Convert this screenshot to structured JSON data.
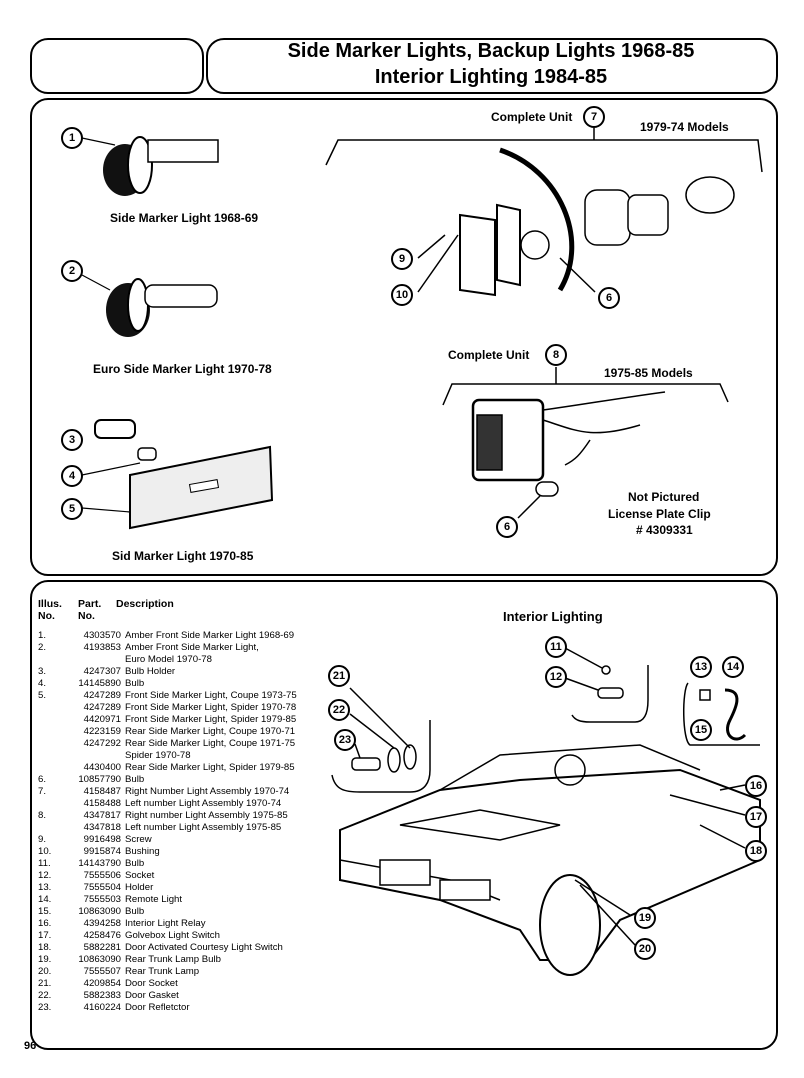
{
  "header": {
    "title_line1": "Side Marker Lights, Backup Lights 1968-85",
    "title_line2": "Interior Lighting 1984-85"
  },
  "diagrams": {
    "side_marker_1968": "Side Marker Light 1968-69",
    "euro_side_marker": "Euro Side Marker Light 1970-78",
    "sid_marker_1970": "Sid Marker Light 1970-85",
    "complete_unit_7": "Complete Unit",
    "models_7": "1979-74 Models",
    "complete_unit_8": "Complete Unit",
    "models_8": "1975-85 Models",
    "not_pictured_1": "Not Pictured",
    "not_pictured_2": "License Plate Clip",
    "not_pictured_3": "# 4309331",
    "interior_lighting": "Interior Lighting"
  },
  "callouts": [
    "1",
    "2",
    "3",
    "4",
    "5",
    "6",
    "7",
    "8",
    "9",
    "10",
    "6",
    "11",
    "12",
    "13",
    "14",
    "15",
    "16",
    "17",
    "18",
    "19",
    "20",
    "21",
    "22",
    "23"
  ],
  "parts_list": {
    "headers": {
      "illus": "Illus.",
      "illus2": "No.",
      "part": "Part.",
      "part2": "No.",
      "desc": "Description"
    },
    "rows": [
      {
        "illus": "1.",
        "part": "4303570",
        "desc": "Amber Front Side Marker Light 1968-69"
      },
      {
        "illus": "2.",
        "part": "4193853",
        "desc": "Amber Front Side Marker Light,"
      },
      {
        "illus": "",
        "part": "",
        "desc": "Euro Model 1970-78"
      },
      {
        "illus": "3.",
        "part": "4247307",
        "desc": "Bulb Holder"
      },
      {
        "illus": "4.",
        "part": "14145890",
        "desc": "Bulb"
      },
      {
        "illus": "5.",
        "part": "4247289",
        "desc": "Front Side Marker Light, Coupe 1973-75"
      },
      {
        "illus": "",
        "part": "4247289",
        "desc": "Front Side Marker Light, Spider 1970-78"
      },
      {
        "illus": "",
        "part": "4420971",
        "desc": "Front Side Marker Light, Spider 1979-85"
      },
      {
        "illus": "",
        "part": "4223159",
        "desc": "Rear Side Marker Light, Coupe 1970-71"
      },
      {
        "illus": "",
        "part": "4247292",
        "desc": "Rear Side Marker Light, Coupe 1971-75"
      },
      {
        "illus": "",
        "part": "",
        "desc": "Spider 1970-78"
      },
      {
        "illus": "",
        "part": "4430400",
        "desc": "Rear Side Marker Light, Spider 1979-85"
      },
      {
        "illus": "6.",
        "part": "10857790",
        "desc": "Bulb"
      },
      {
        "illus": "7.",
        "part": "4158487",
        "desc": "Right Number Light Assembly 1970-74"
      },
      {
        "illus": "",
        "part": "4158488",
        "desc": "Left number Light Assembly 1970-74"
      },
      {
        "illus": "8.",
        "part": "4347817",
        "desc": "Right number Light Assembly 1975-85"
      },
      {
        "illus": "",
        "part": "4347818",
        "desc": "Left number Light Assembly 1975-85"
      },
      {
        "illus": "9.",
        "part": "9916498",
        "desc": "Screw"
      },
      {
        "illus": "10.",
        "part": "9915874",
        "desc": "Bushing"
      },
      {
        "illus": "11.",
        "part": "14143790",
        "desc": "Bulb"
      },
      {
        "illus": "12.",
        "part": "7555506",
        "desc": "Socket"
      },
      {
        "illus": "13.",
        "part": "7555504",
        "desc": "Holder"
      },
      {
        "illus": "14.",
        "part": "7555503",
        "desc": "Remote Light"
      },
      {
        "illus": "15.",
        "part": "10863090",
        "desc": "Bulb"
      },
      {
        "illus": "16.",
        "part": "4394258",
        "desc": "Interior Light Relay"
      },
      {
        "illus": "17.",
        "part": "4258476",
        "desc": "Golvebox Light Switch"
      },
      {
        "illus": "18.",
        "part": "5882281",
        "desc": "Door Activated Courtesy Light Switch"
      },
      {
        "illus": "19.",
        "part": "10863090",
        "desc": "Rear Trunk Lamp Bulb"
      },
      {
        "illus": "20.",
        "part": "7555507",
        "desc": "Rear Trunk Lamp"
      },
      {
        "illus": "21.",
        "part": "4209854",
        "desc": "Door Socket"
      },
      {
        "illus": "22.",
        "part": "5882383",
        "desc": "Door Gasket"
      },
      {
        "illus": "23.",
        "part": "4160224",
        "desc": "Door Refletctor"
      }
    ]
  },
  "page_number": "96"
}
